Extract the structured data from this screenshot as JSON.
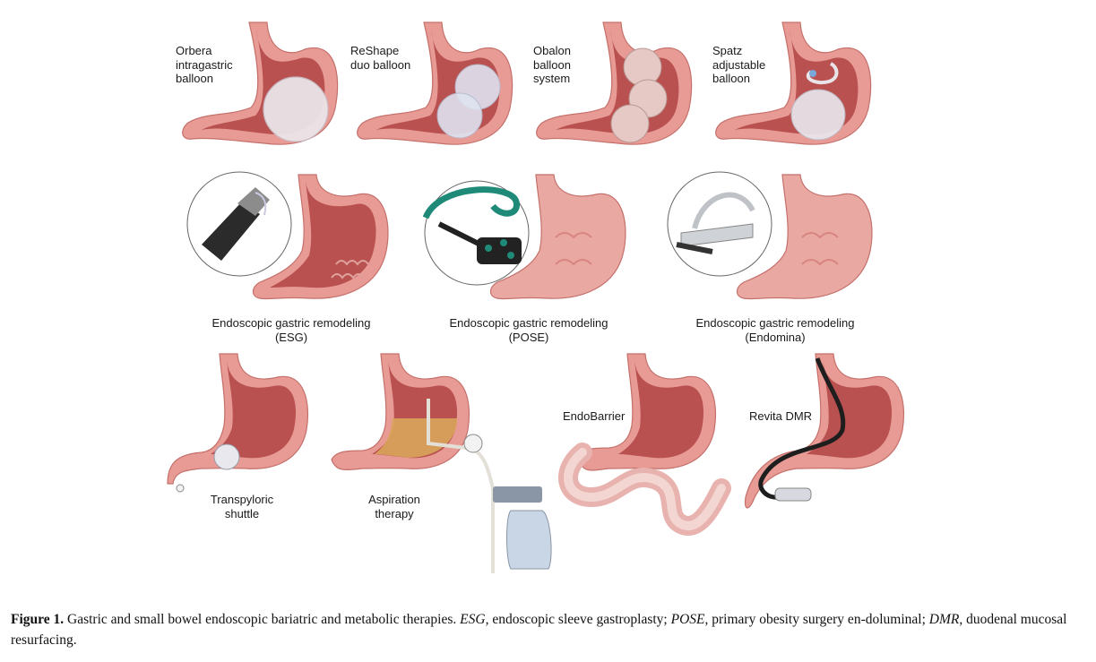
{
  "figure": {
    "panels": [
      {
        "id": "orbera",
        "label": "Orbera\nintragastric\nballoon"
      },
      {
        "id": "reshape",
        "label": "ReShape\nduo balloon"
      },
      {
        "id": "obalon",
        "label": "Obalon\nballoon\nsystem"
      },
      {
        "id": "spatz",
        "label": "Spatz\nadjustable\nballoon"
      },
      {
        "id": "esg",
        "label": "Endoscopic gastric remodeling\n(ESG)"
      },
      {
        "id": "pose",
        "label": "Endoscopic gastric remodeling\n(POSE)"
      },
      {
        "id": "endomina",
        "label": "Endoscopic gastric remodeling\n(Endomina)"
      },
      {
        "id": "shuttle",
        "label": "Transpyloric\nshuttle"
      },
      {
        "id": "aspiration",
        "label": "Aspiration\ntherapy"
      },
      {
        "id": "endobarrier",
        "label": "EndoBarrier"
      },
      {
        "id": "revita",
        "label": "Revita DMR"
      }
    ],
    "colors": {
      "stomach_outer": "#e89a94",
      "stomach_wall": "#d9736e",
      "stomach_inner": "#b8514f",
      "mucosa": "#c45f5c",
      "balloon": "#ece8ec",
      "inset_bg": "#ffffff",
      "pose_tube": "#1f8a78",
      "fluid": "#d9a45a"
    }
  },
  "caption": {
    "figure_no": "Figure 1.",
    "text1": " Gastric and small bowel endoscopic bariatric and metabolic therapies. ",
    "abbr1": "ESG,",
    "text2": " endoscopic sleeve gastroplasty; ",
    "abbr2": "POSE",
    "text3": ", primary obesity surgery en-doluminal; ",
    "abbr3": "DMR",
    "text4": ", duodenal mucosal resurfacing."
  }
}
